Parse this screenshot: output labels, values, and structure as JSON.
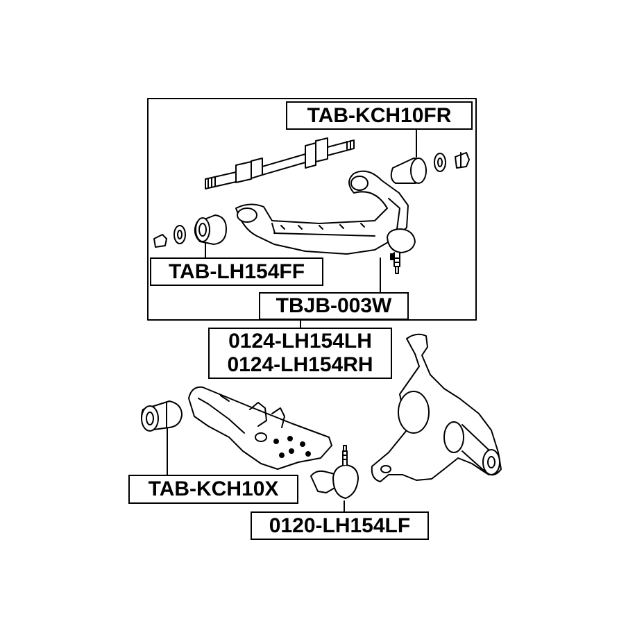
{
  "colors": {
    "line": "#000000",
    "background": "#ffffff"
  },
  "labels": {
    "upper_front_bushing": "TAB-KCH10FR",
    "upper_rear_bushing": "TAB-LH154FF",
    "upper_ball_joint": "TBJB-003W",
    "upper_arm_lh": "0124-LH154LH",
    "upper_arm_rh": "0124-LH154RH",
    "lower_arm_bushing": "TAB-KCH10X",
    "lower_ball_joint": "0120-LH154LF"
  },
  "parts": [
    "upper-control-arm",
    "upper-arm-shaft",
    "front-bushing",
    "rear-bushing",
    "upper-ball-joint",
    "lower-control-arm",
    "lower-arm-bushing",
    "lower-ball-joint",
    "steering-knuckle"
  ]
}
